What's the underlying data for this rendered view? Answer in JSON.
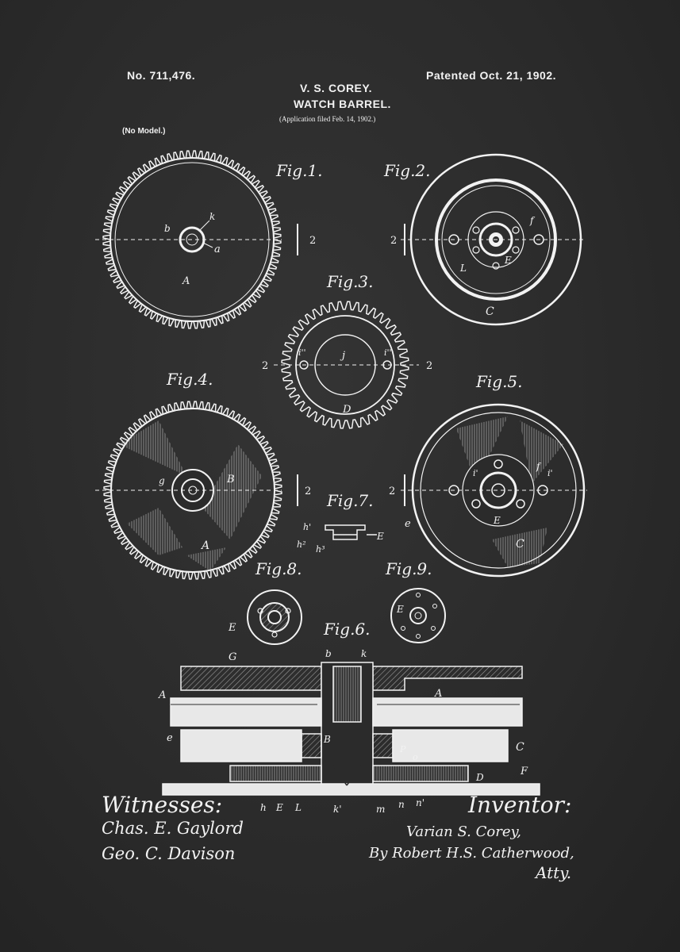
{
  "header": {
    "patent_no": "No. 711,476.",
    "inventor_name": "V. S. COREY.",
    "title": "WATCH BARREL.",
    "application": "(Application filed Feb. 14, 1902.)",
    "patented": "Patented Oct. 21, 1902.",
    "model_note": "(No Model.)"
  },
  "figures": {
    "fig1": "Fig.1.",
    "fig2": "Fig.2.",
    "fig3": "Fig.3.",
    "fig4": "Fig.4.",
    "fig5": "Fig.5.",
    "fig6": "Fig.6.",
    "fig7": "Fig.7.",
    "fig8": "Fig.8.",
    "fig9": "Fig.9."
  },
  "labels": {
    "A": "A",
    "B": "B",
    "C": "C",
    "D": "D",
    "E": "E",
    "F": "F",
    "G": "G",
    "a": "a",
    "b": "b",
    "k": "k",
    "j": "j",
    "e": "e",
    "f": "f",
    "section_2": "2",
    "i_ii": "i''",
    "i_prime": "i'",
    "g": "g",
    "h_prime": "h'",
    "h2": "h²",
    "h3": "h³",
    "L": "L",
    "P": "P",
    "o": "o",
    "m": "m",
    "n": "n",
    "n_prime": "n'",
    "h": "h",
    "k_prime": "k'"
  },
  "footer": {
    "witnesses_label": "Witnesses:",
    "inventor_label": "Inventor:",
    "witness_1": "Chas. E. Gaylord",
    "witness_2": "Geo. C. Davison",
    "inventor_sig": "Varian S. Corey,",
    "attorney_sig": "By Robert H.S. Catherwood,",
    "atty": "Atty."
  },
  "colors": {
    "board": "#2b2b2b",
    "chalk": "#f2f2f2"
  }
}
